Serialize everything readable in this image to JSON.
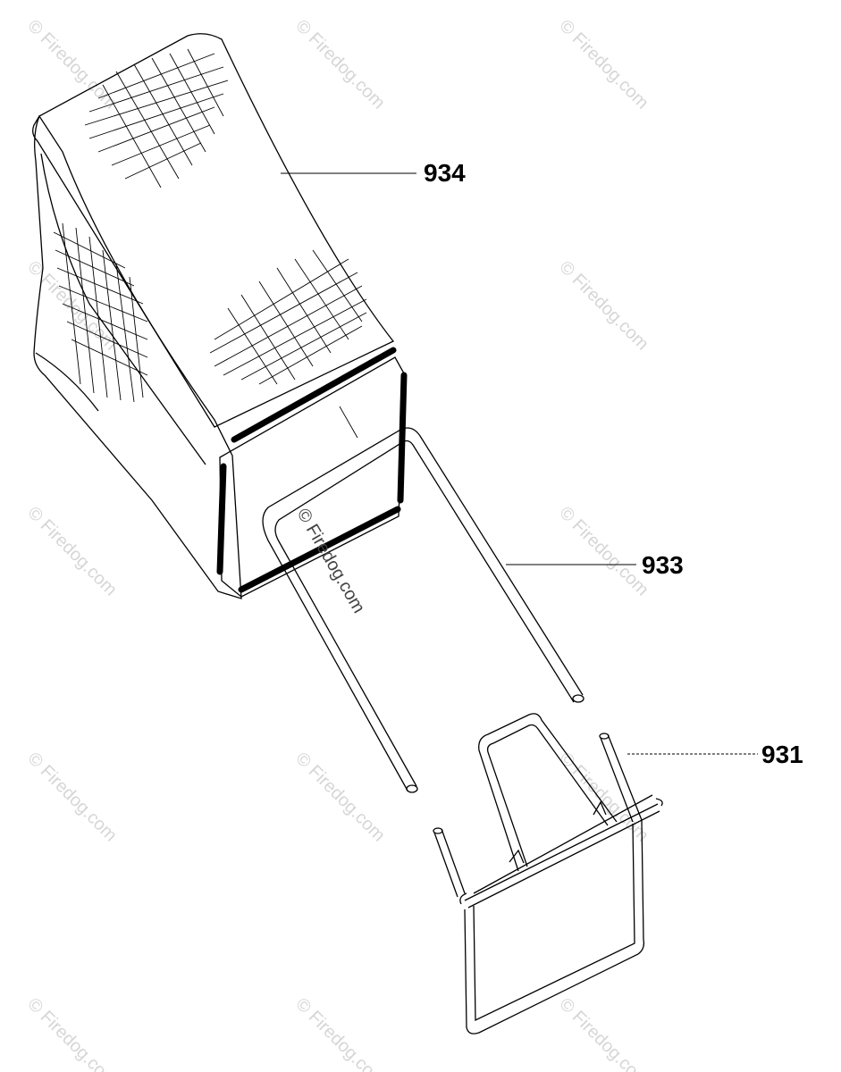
{
  "watermark": {
    "text": "© Firedog.com"
  },
  "parts": [
    {
      "id": "934",
      "label": "934",
      "name": "grass bag"
    },
    {
      "id": "933",
      "label": "933",
      "name": "handle frame"
    },
    {
      "id": "931",
      "label": "931",
      "name": "bag frame"
    }
  ]
}
